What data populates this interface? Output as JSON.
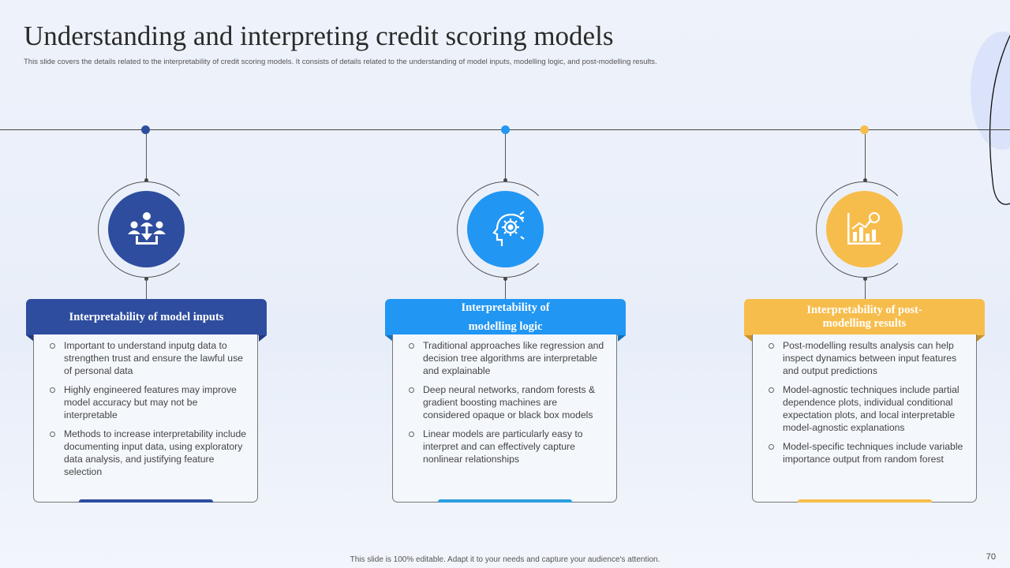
{
  "title": "Understanding and interpreting credit scoring models",
  "subtitle": "This slide covers the details related to the interpretability of credit scoring models. It consists of details related to the understanding of model inputs, modelling logic, and post-modelling results.",
  "colors": {
    "navy": "#2e4d9f",
    "blue": "#2196f3",
    "yellow": "#f7bd4c"
  },
  "columns": [
    {
      "icon": "team-input-icon",
      "header": "Interpretability of model inputs",
      "bullets": [
        "Important to understand inputg data to strengthen trust and ensure the lawful use of personal data",
        "Highly engineered features may improve model accuracy but may not be interpretable",
        "Methods to increase interpretability include documenting input data, using exploratory data analysis, and justifying feature selection"
      ]
    },
    {
      "icon": "brain-gear-icon",
      "header_line1": "Interpretability of",
      "header_line2": "modelling logic",
      "bullets": [
        "Traditional approaches like regression and decision tree algorithms are interpretable and explainable",
        "Deep neural networks, random forests & gradient boosting machines are considered opaque or black box models",
        "Linear models are particularly easy to interpret and can effectively capture nonlinear relationships"
      ]
    },
    {
      "icon": "chart-analysis-icon",
      "header_line1": "Interpretability of post-",
      "header_line2": "modelling results",
      "bullets": [
        "Post-modelling results analysis can help inspect dynamics between input features and output predictions",
        "Model-agnostic techniques include partial dependence plots, individual conditional expectation plots, and local interpretable model-agnostic explanations",
        "Model-specific techniques include variable importance output from random forest"
      ]
    }
  ],
  "footer": "This slide is 100% editable. Adapt it to your needs and capture your audience's attention.",
  "page_number": "70"
}
